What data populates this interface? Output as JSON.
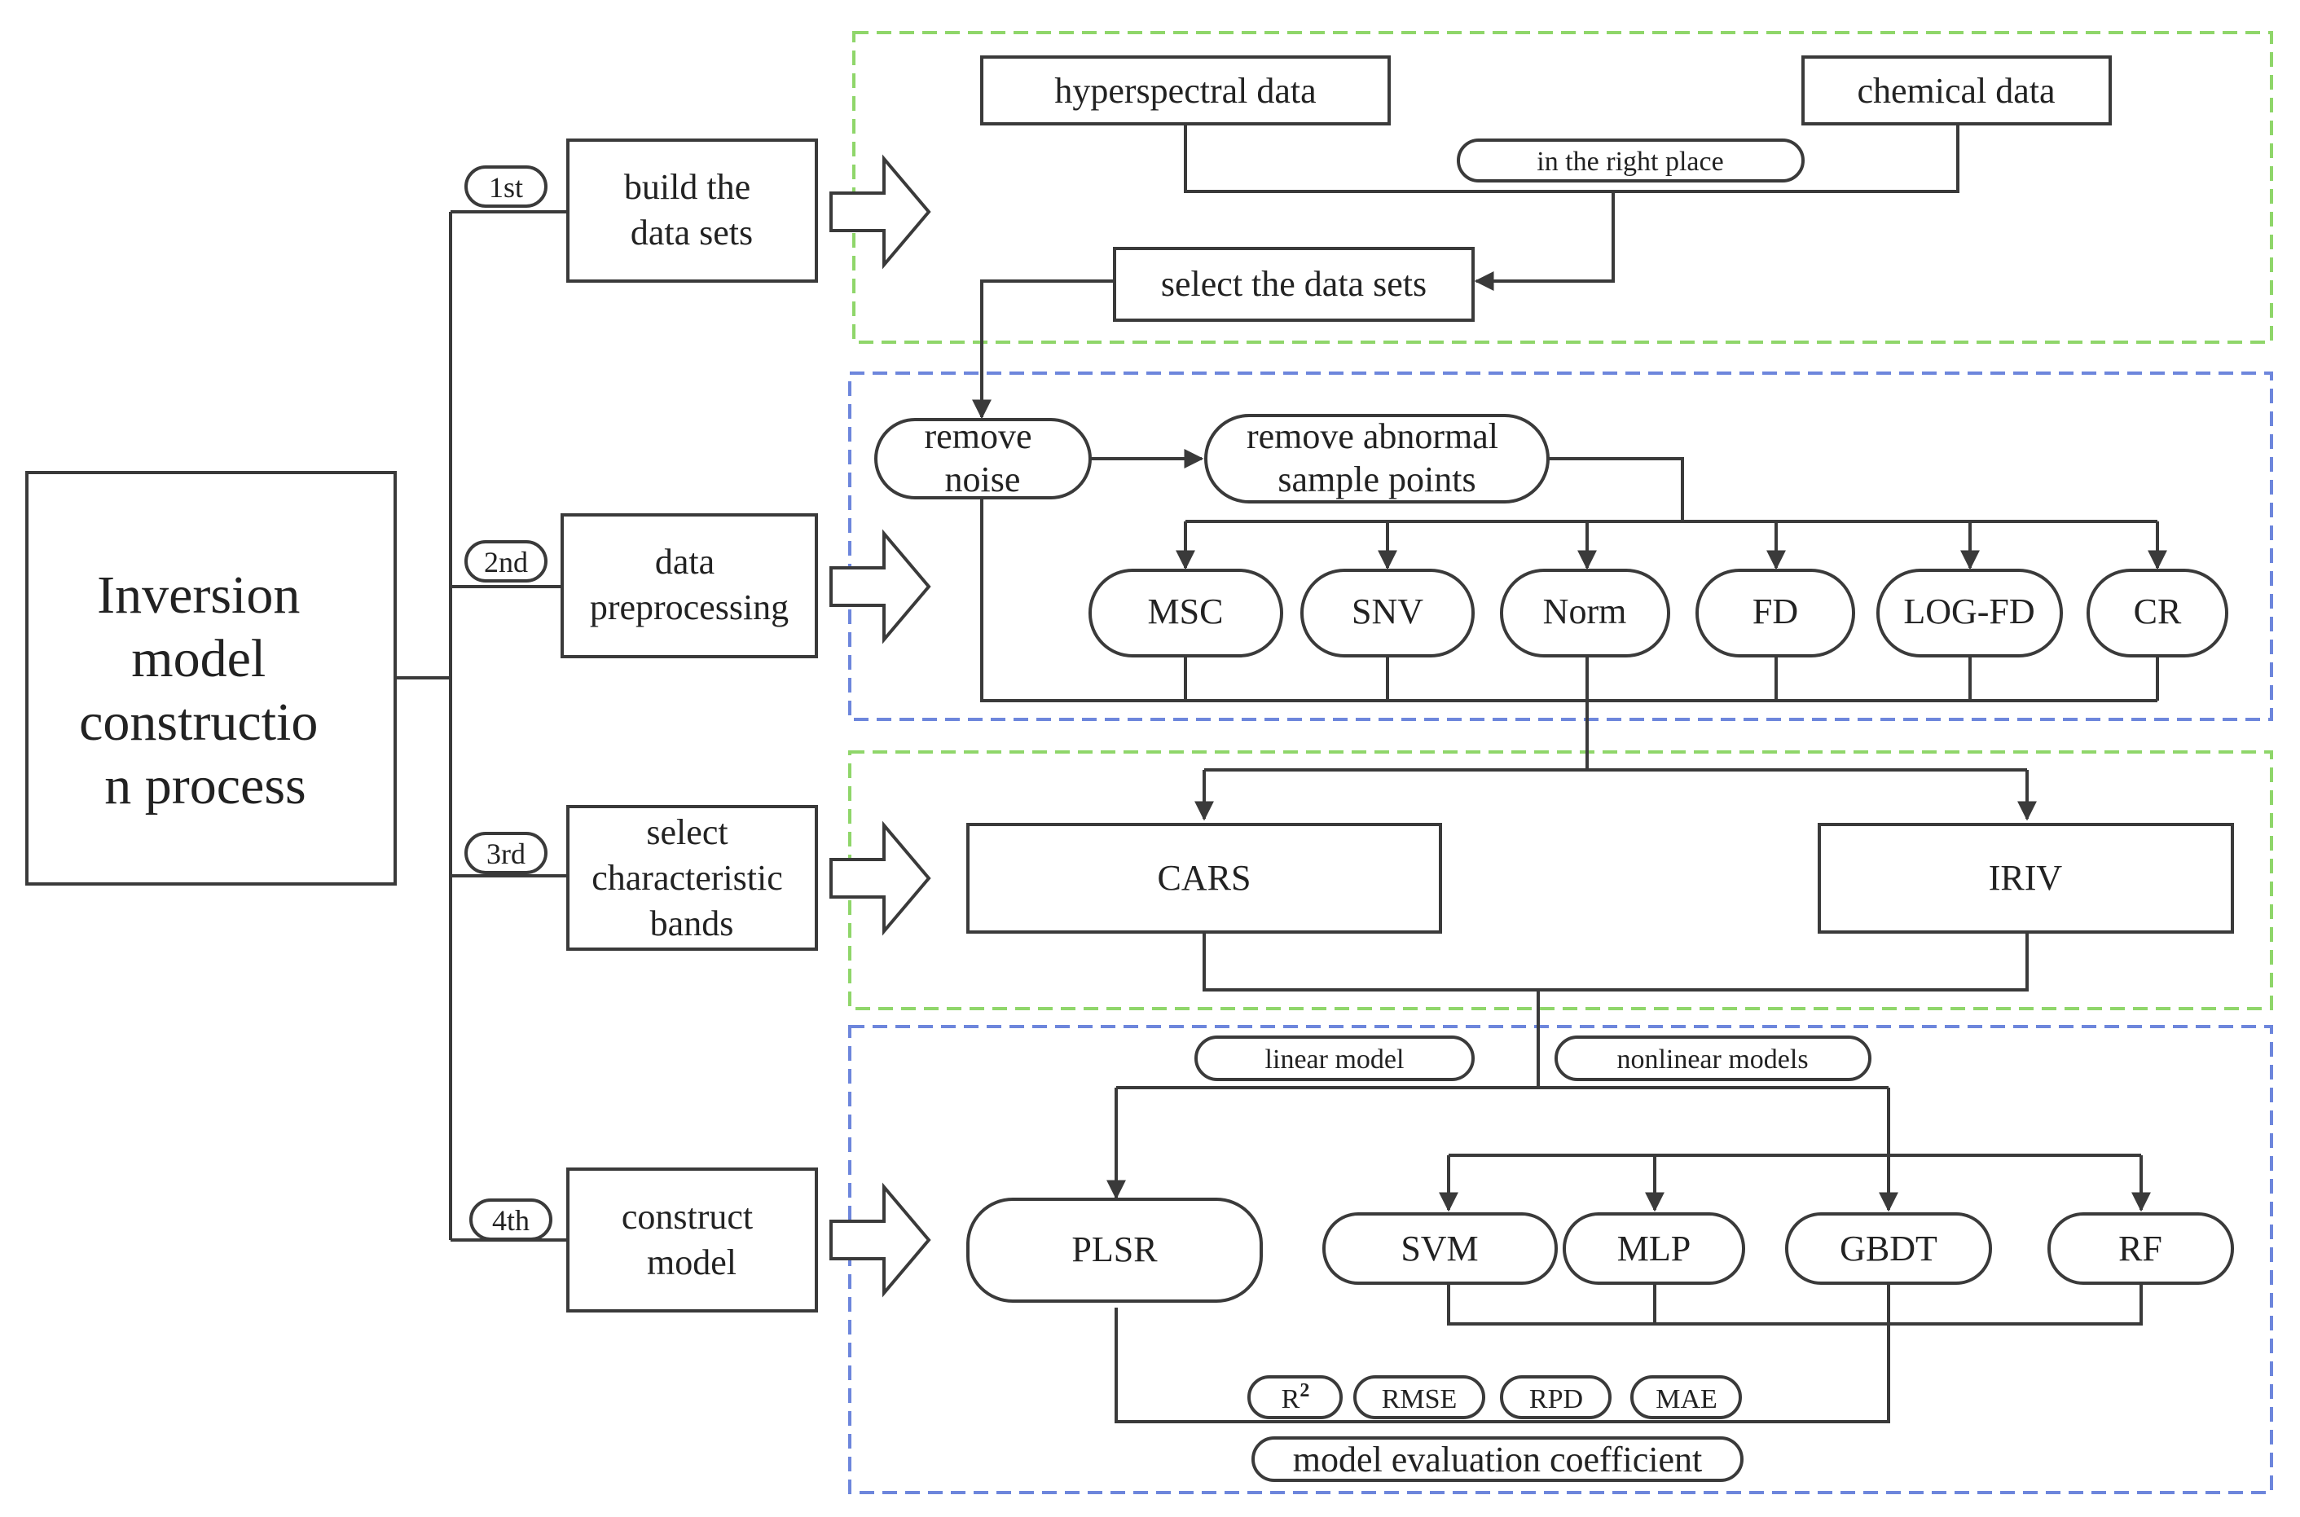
{
  "main_title": [
    "Inversion",
    "model",
    "constructio",
    "n process"
  ],
  "steps": [
    {
      "tag": "1st",
      "label": [
        "build the",
        "data sets"
      ]
    },
    {
      "tag": "2nd",
      "label": [
        "data",
        "preprocessing"
      ]
    },
    {
      "tag": "3rd",
      "label": [
        "select",
        "characteristic",
        "bands"
      ]
    },
    {
      "tag": "4th",
      "label": [
        "construct",
        "model"
      ]
    }
  ],
  "stage1": {
    "hyperspectral": "hyperspectral data",
    "chemical": "chemical data",
    "right_place": "in the right place",
    "select_sets": "select the data sets"
  },
  "stage2": {
    "remove_noise": [
      "remove",
      "noise"
    ],
    "remove_abnormal": [
      "remove abnormal",
      "sample points"
    ],
    "methods": [
      "MSC",
      "SNV",
      "Norm",
      "FD",
      "LOG-FD",
      "CR"
    ]
  },
  "stage3": {
    "methods": [
      "CARS",
      "IRIV"
    ]
  },
  "stage4": {
    "linear_label": "linear model",
    "nonlinear_label": "nonlinear models",
    "plsr": "PLSR",
    "nonlinear_models": [
      "SVM",
      "MLP",
      "GBDT",
      "RF"
    ],
    "metrics": [
      "R",
      "RMSE",
      "RPD",
      "MAE"
    ],
    "metric_r_superscript": "2",
    "evaluation": "model evaluation coefficient"
  },
  "colors": {
    "line": "#3a3a3a",
    "green_dash": "#8fd66a",
    "blue_dash": "#6d86dc"
  }
}
